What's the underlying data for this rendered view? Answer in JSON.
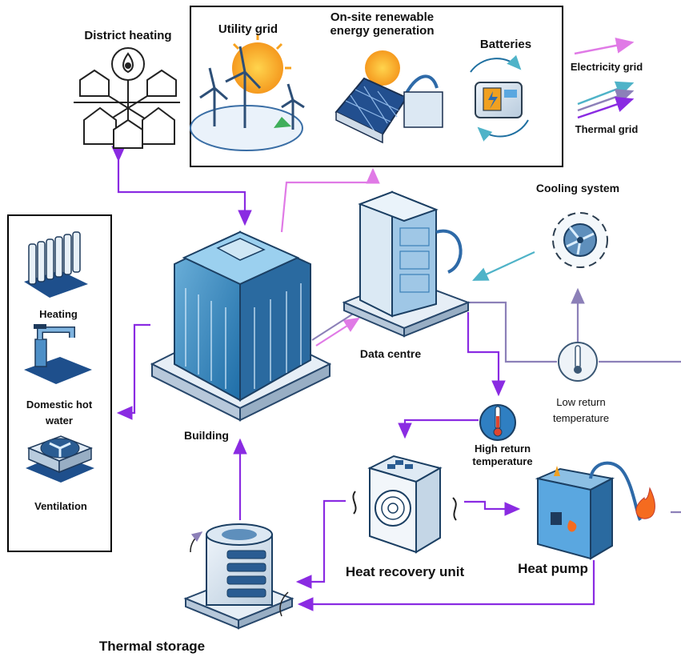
{
  "labels": {
    "district_heating": "District heating",
    "utility_grid": "Utility grid",
    "onsite_renewable": "On-site renewable energy generation",
    "batteries": "Batteries",
    "cooling_system": "Cooling system",
    "data_centre": "Data centre",
    "building": "Building",
    "heating": "Heating",
    "domestic_hot_water": "Domestic hot water",
    "ventilation": "Ventilation",
    "low_return_temperature": "Low return temperature",
    "high_return_temperature": "High return temperature",
    "heat_recovery_unit": "Heat recovery unit",
    "heat_pump": "Heat pump",
    "thermal_storage": "Thermal storage"
  },
  "legend": {
    "electricity_grid": "Electricity grid",
    "thermal_grid": "Thermal grid"
  },
  "colors": {
    "electricity": "#e07ae6",
    "thermal": "#8a2be2",
    "cooling": "#4fb3c8",
    "lowreturn": "#8c80b8"
  }
}
